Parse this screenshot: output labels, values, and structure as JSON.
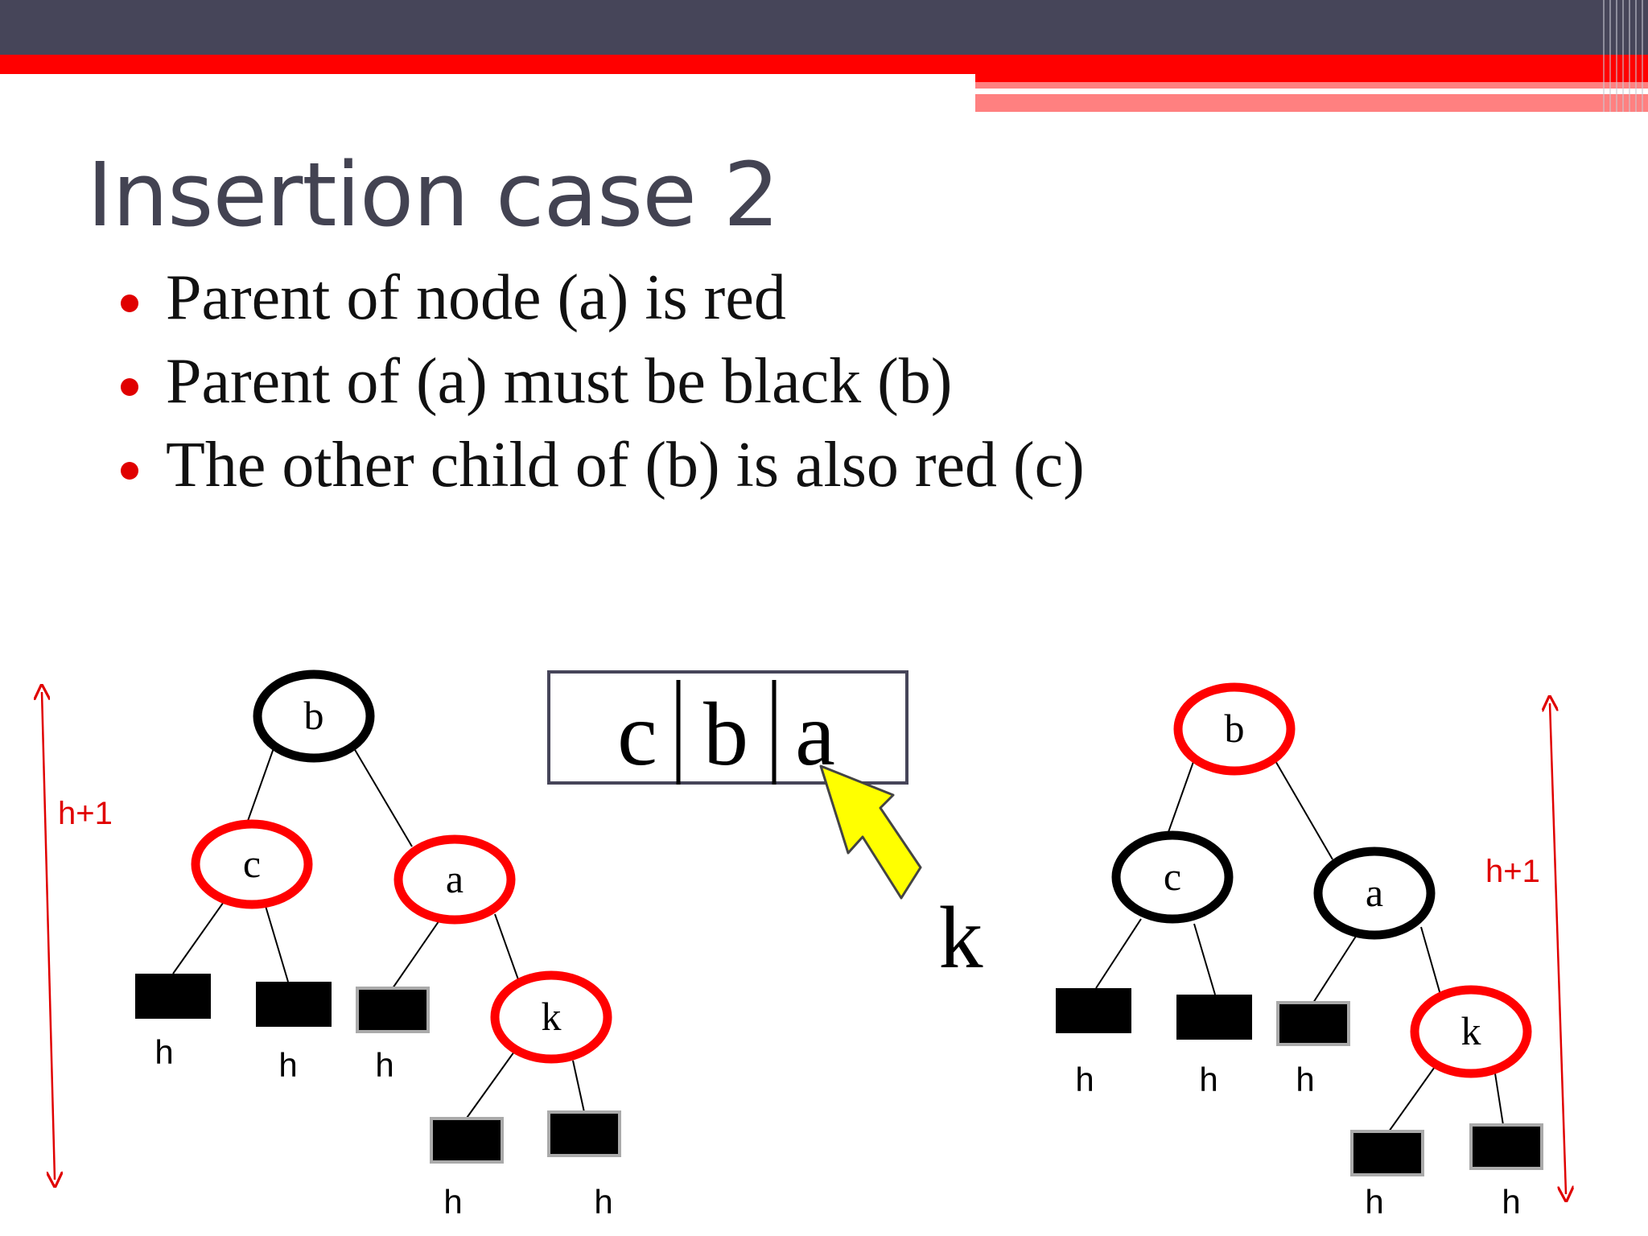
{
  "slide": {
    "title": "Insertion case 2",
    "bullets": [
      "Parent of node (a) is red",
      "Parent of (a) must be black (b)",
      "The other child of (b) is also red (c)"
    ]
  },
  "diagram": {
    "order_box": {
      "parts": [
        "c",
        "b",
        "a"
      ]
    },
    "floating_label": "k",
    "left_tree": {
      "height_label": "h+1",
      "nodes": {
        "b": "b",
        "c": "c",
        "a": "a",
        "k": "k"
      },
      "leaf_labels": [
        "h",
        "h",
        "h",
        "h",
        "h"
      ]
    },
    "right_tree": {
      "height_label": "h+1",
      "nodes": {
        "b": "b",
        "c": "c",
        "a": "a",
        "k": "k"
      },
      "leaf_labels": [
        "h",
        "h",
        "h",
        "h",
        "h"
      ]
    },
    "colors": {
      "red": "#ff0000",
      "black": "#000000",
      "arrow_fill": "#ffff00",
      "arrow_stroke": "#444444",
      "header": "#464559"
    }
  }
}
